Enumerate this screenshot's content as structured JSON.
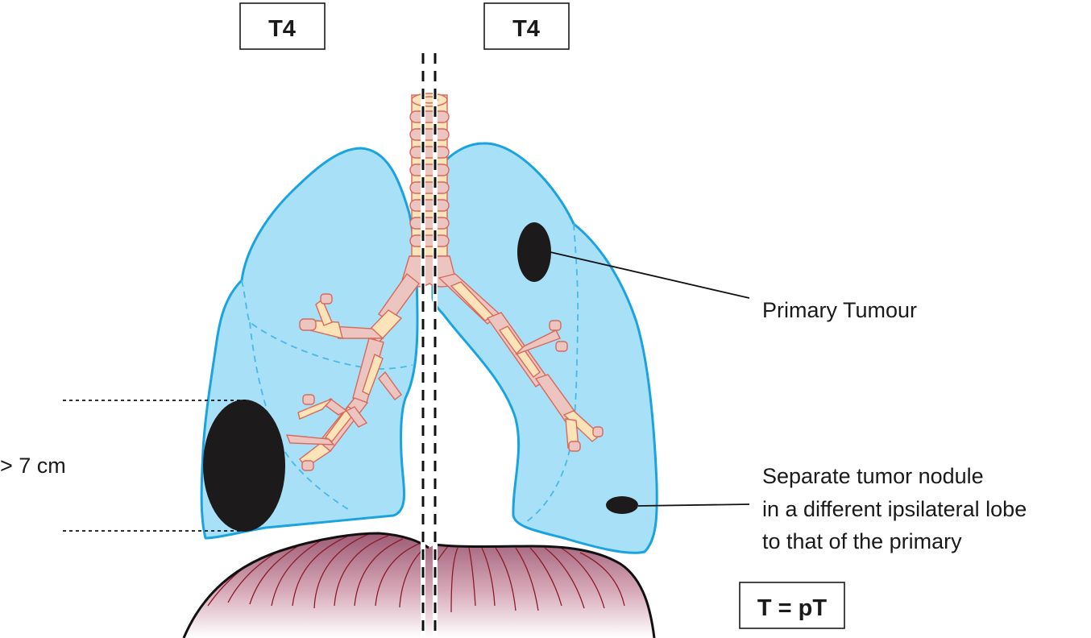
{
  "diagram": {
    "title_boxes": [
      {
        "label": "T4"
      },
      {
        "label": "T4"
      }
    ],
    "annotations": {
      "size_label": "> 7 cm",
      "primary_tumour": "Primary Tumour",
      "separate_nodule_lines": [
        "Separate tumor nodule",
        "in a different ipsilateral lobe",
        "to that of the primary"
      ],
      "legend_box": "T = pT"
    },
    "colors": {
      "lung_fill": "#a8e0f8",
      "lung_outline": "#1aa3df",
      "fissure": "#4ab8e6",
      "airway_fill": "#ecc4c0",
      "airway_ring": "#fde3b8",
      "airway_outline": "#d9685a",
      "tumour": "#1c1a1a",
      "diaphragm_top": "#9c5a74",
      "diaphragm_bottom": "#ffffff",
      "diaphragm_line": "#8b1a2a",
      "text": "#1a1a1a"
    }
  }
}
